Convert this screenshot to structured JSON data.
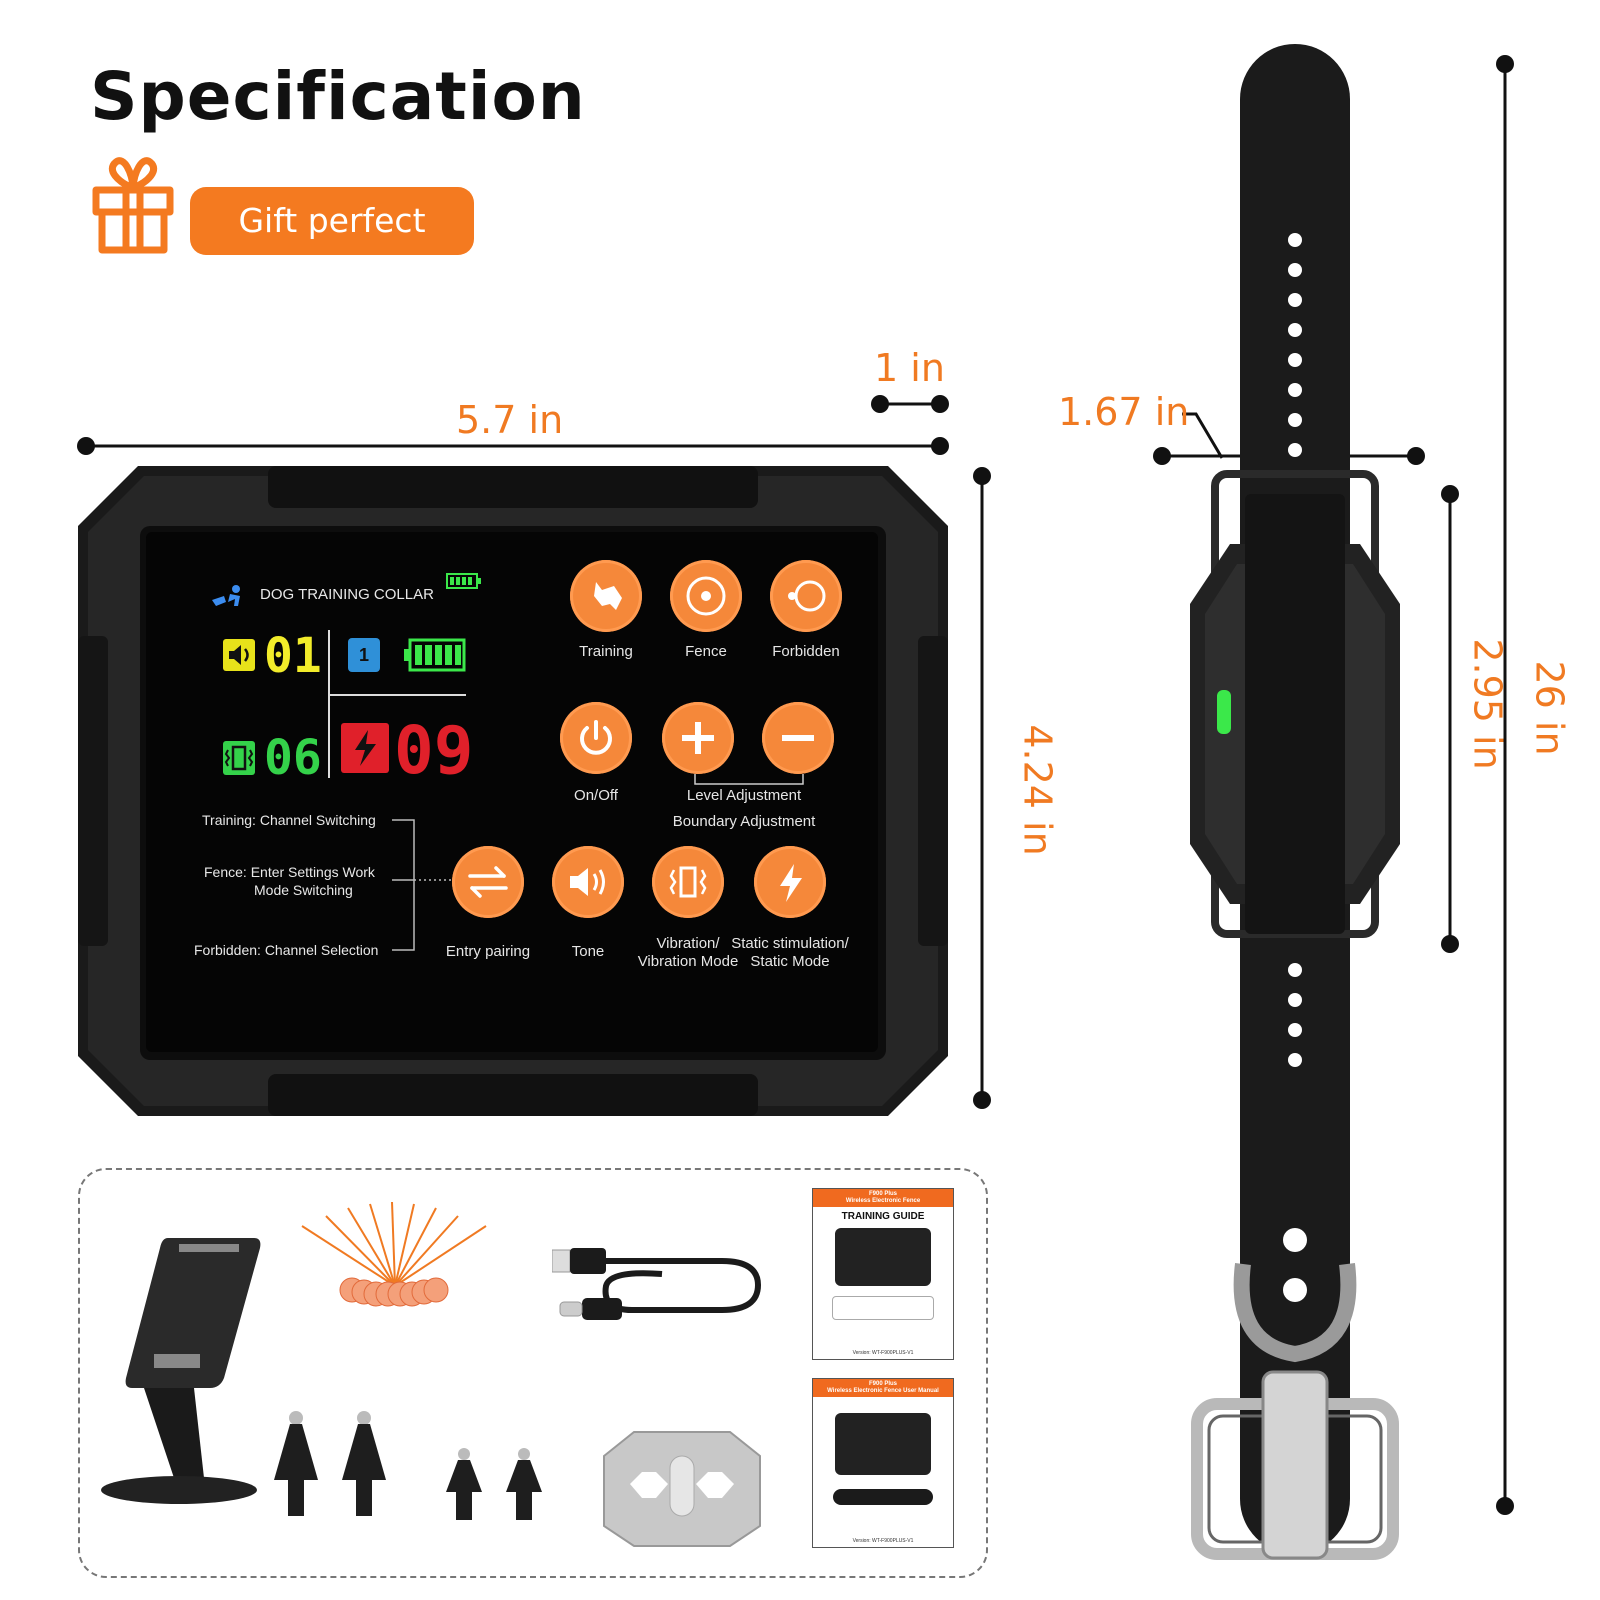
{
  "heading": {
    "title": "Specification",
    "badge": "Gift perfect"
  },
  "dimensions": {
    "remote_width": "5.7 in",
    "remote_thickness": "1 in",
    "remote_height": "4.24 in",
    "collar_receiver_width": "1.67 in",
    "collar_receiver_height": "2.95 in",
    "strap_length": "26 in"
  },
  "screen": {
    "header": "DOG TRAINING COLLAR",
    "tone_level": "01",
    "channel": "1",
    "vibration_level": "06",
    "static_level": "09",
    "buttons_top": [
      {
        "icon": "dog-head-icon",
        "label": "Training"
      },
      {
        "icon": "target-icon",
        "label": "Fence"
      },
      {
        "icon": "forbidden-zone-icon",
        "label": "Forbidden"
      }
    ],
    "buttons_mid": [
      {
        "icon": "power-icon",
        "label": "On/Off"
      },
      {
        "icon": "plus-icon",
        "label": ""
      },
      {
        "icon": "minus-icon",
        "label": ""
      }
    ],
    "level_adjustment": "Level  Adjustment",
    "boundary_adjustment": "Boundary Adjustment",
    "notes": [
      "Training: Channel Switching",
      "Fence: Enter Settings Work",
      "Mode Switching",
      "Forbidden: Channel Selection"
    ],
    "buttons_bottom": [
      {
        "icon": "swap-arrows-icon",
        "label": "Entry pairing"
      },
      {
        "icon": "speaker-icon",
        "label": "Tone"
      },
      {
        "icon": "vibration-icon",
        "label": "Vibration/",
        "label2": "Vibration Mode"
      },
      {
        "icon": "lightning-icon",
        "label": "Static stimulation/",
        "label2": "Static Mode"
      }
    ]
  },
  "accessories": {
    "items": [
      "phone-stand",
      "test-light-strips",
      "usb-charging-cable",
      "contact-points",
      "mounting-plate",
      "training-guide",
      "user-manual"
    ],
    "training_guide": {
      "header": "F900 Plus\nWireless Electronic Fence",
      "title": "TRAINING GUIDE",
      "footer": "Version: WT-F900PLUS-V1"
    },
    "user_manual": {
      "header": "F900 Plus\nWireless Electronic Fence User Manual",
      "footer": "Version: WT-F900PLUS-V1"
    }
  },
  "colors": {
    "accent": "#f47a20",
    "screen_bg": "#050505",
    "device_body": "#1c1c1c",
    "led_green": "#3be84a"
  }
}
